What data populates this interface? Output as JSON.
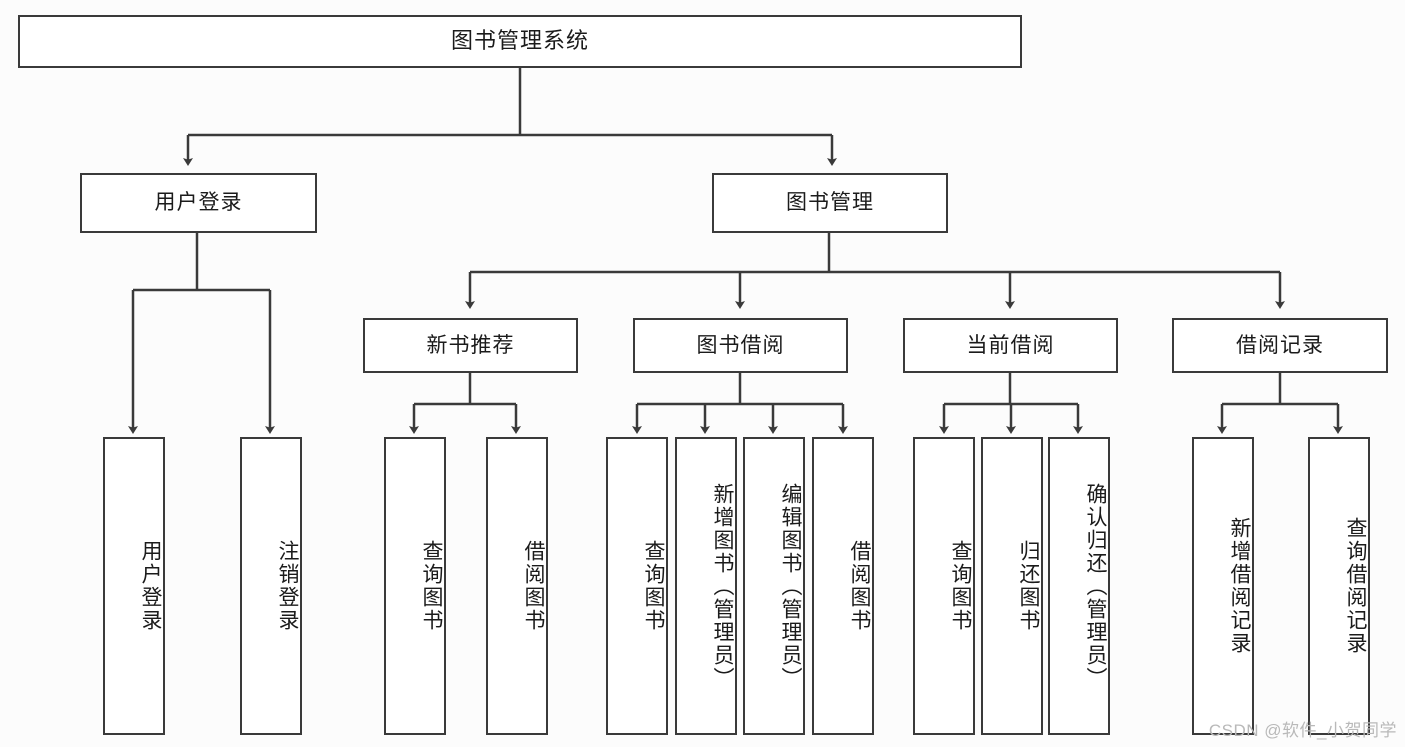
{
  "diagram": {
    "title": "图书管理系统",
    "type": "tree",
    "colors": {
      "border": "#3a3a3a",
      "box_fill": "#ffffff",
      "canvas": "#fcfcfc",
      "text": "#1b1b1b",
      "watermark": "#b9b9b9"
    },
    "root": {
      "label": "图书管理系统"
    },
    "level2": [
      {
        "label": "用户登录"
      },
      {
        "label": "图书管理"
      }
    ],
    "level3": [
      {
        "label": "新书推荐"
      },
      {
        "label": "图书借阅"
      },
      {
        "label": "当前借阅"
      },
      {
        "label": "借阅记录"
      }
    ],
    "leaves": {
      "user_login": [
        {
          "label": "用户登录"
        },
        {
          "label": "注销登录"
        }
      ],
      "new_book_recommend": [
        {
          "label": "查询图书"
        },
        {
          "label": "借阅图书"
        }
      ],
      "book_borrow": [
        {
          "label": "查询图书"
        },
        {
          "label": "新增图书（管理员）"
        },
        {
          "label": "编辑图书（管理员）"
        },
        {
          "label": "借阅图书"
        }
      ],
      "current_borrow": [
        {
          "label": "查询图书"
        },
        {
          "label": "归还图书"
        },
        {
          "label": "确认归还（管理员）"
        }
      ],
      "borrow_record": [
        {
          "label": "新增借阅记录"
        },
        {
          "label": "查询借阅记录"
        }
      ]
    }
  },
  "watermark": {
    "text": "CSDN @软件_小贺同学"
  }
}
